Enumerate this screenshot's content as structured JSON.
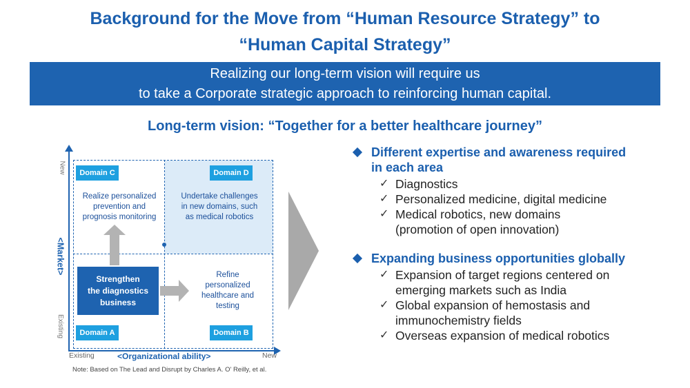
{
  "title": {
    "line1": "Background for the Move from “Human Resource Strategy” to",
    "line2": "“Human Capital Strategy”"
  },
  "banner": {
    "line1": "Realizing our long-term vision will require us",
    "line2": "to take a Corporate strategic approach to reinforcing human capital."
  },
  "vision": "Long-term vision: “Together for a better healthcare journey”",
  "diagram": {
    "y_axis_label": "<Market>",
    "y_new": "New",
    "y_existing": "Existing",
    "x_axis_label": "<Organizational ability>",
    "x_existing": "Existing",
    "x_new": "New",
    "domains": {
      "c": "Domain C",
      "d": "Domain D",
      "a": "Domain A",
      "b": "Domain B"
    },
    "text_c": [
      "Realize personalized",
      "prevention and",
      "prognosis monitoring"
    ],
    "text_d": [
      "Undertake challenges",
      "in new domains, such",
      "as medical robotics"
    ],
    "text_b": [
      "Refine",
      "personalized",
      "healthcare and",
      "testing"
    ],
    "core": [
      "Strengthen",
      "the diagnostics",
      "business"
    ],
    "note": "Note: Based on The Lead and Disrupt by Charles A. O' Reilly, et al."
  },
  "right": {
    "sections": [
      {
        "heading_line1": "Different expertise and awareness required",
        "heading_line2": "in each area",
        "items": [
          "Diagnostics",
          "Personalized medicine, digital medicine",
          "Medical robotics, new domains",
          "(promotion of open innovation)"
        ]
      },
      {
        "heading_line1": "Expanding business opportunities globally",
        "items": [
          "Expansion of target regions centered on",
          "emerging markets such as India",
          "Global expansion of hemostasis and",
          "immunochemistry fields",
          "Overseas expansion of medical robotics"
        ]
      }
    ],
    "check_icon": "✓"
  }
}
